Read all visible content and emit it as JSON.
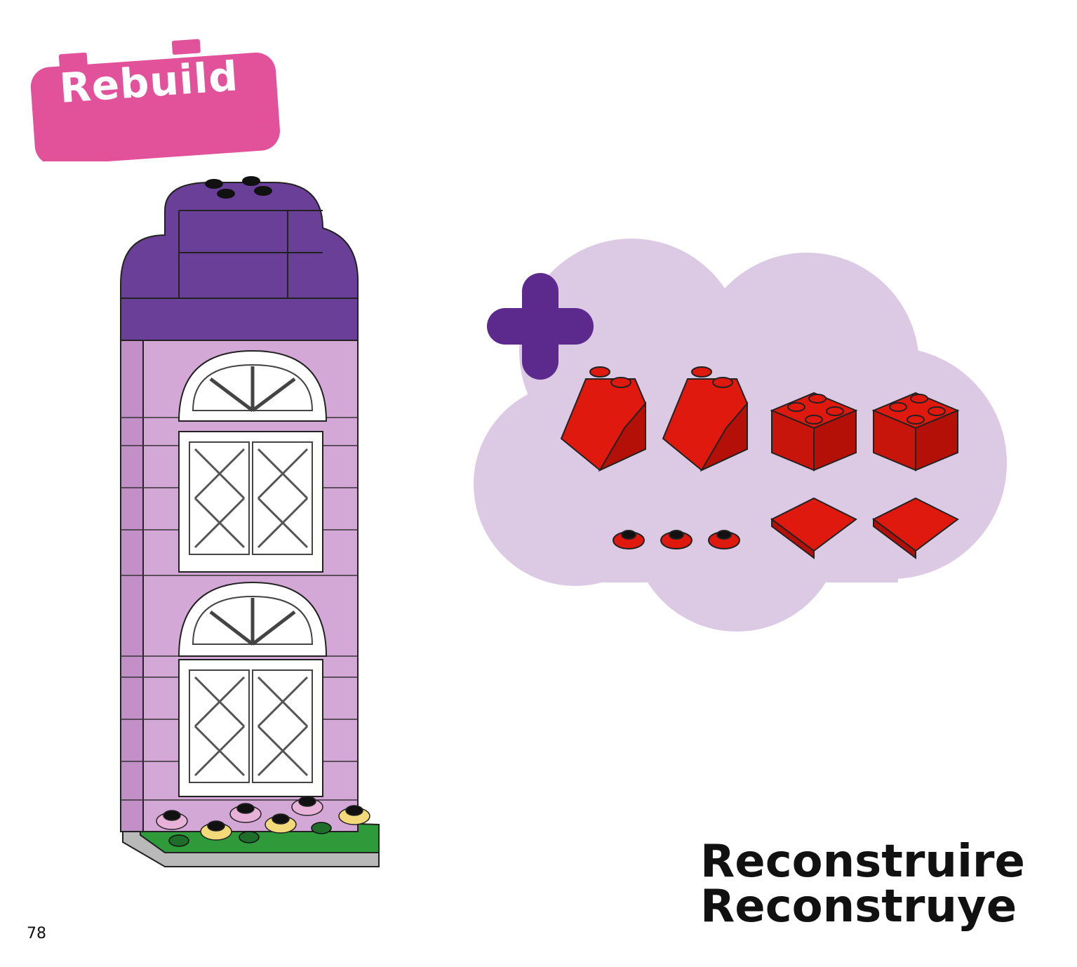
{
  "badge": {
    "label": "Rebuild",
    "color": "#e2529a"
  },
  "caption": {
    "line1": "Reconstruire",
    "line2": "Reconstruye"
  },
  "page_number": "78",
  "colors": {
    "wall": "#d4a8d6",
    "roof": "#6a3f97",
    "brick_red": "#e0190e",
    "bubble": "#dcc9e3",
    "plus": "#5b2a8c",
    "grass": "#2e9a3a",
    "base": "#b9b9b9"
  },
  "parts": [
    {
      "name": "red-slope-brick",
      "count": 2
    },
    {
      "name": "red-2x2-brick",
      "count": 2
    },
    {
      "name": "red-round-plate",
      "count": 3
    },
    {
      "name": "red-slope-tile",
      "count": 2
    }
  ]
}
